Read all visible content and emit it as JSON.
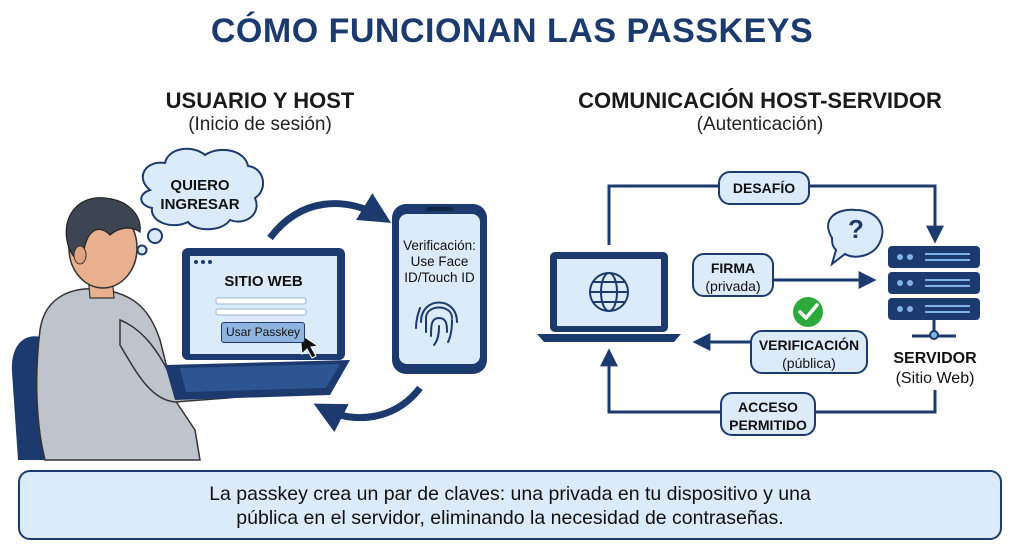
{
  "title": "CÓMO FUNCIONAN LAS PASSKEYS",
  "left": {
    "heading": "USUARIO Y HOST",
    "subheading": "(Inicio de sesión)",
    "thought": [
      "QUIERO",
      "INGRESAR"
    ],
    "site_title": "SITIO WEB",
    "button_label": "Usar Passkey",
    "phone_text": [
      "Verificación:",
      "Use Face",
      "ID/Touch ID"
    ]
  },
  "right": {
    "heading": "COMUNICACIÓN HOST-SERVIDOR",
    "subheading": "(Autenticación)",
    "challenge": "DESAFÍO",
    "question_mark": "?",
    "signature": [
      "FIRMA",
      "(privada)"
    ],
    "verification": [
      "VERIFICACIÓN",
      "(pública)"
    ],
    "access": [
      "ACCESO",
      "PERMITIDO"
    ],
    "server_label": "SERVIDOR",
    "server_sub": "(Sitio Web)"
  },
  "footer": {
    "line1": "La passkey crea un par de claves: una privada en tu dispositivo y una",
    "line2": "pública en el servidor, eliminando la necesidad de contraseñas."
  },
  "colors": {
    "navy": "#1c3a6e",
    "light_blue": "#dcebfa",
    "green": "#2eaa3a"
  }
}
